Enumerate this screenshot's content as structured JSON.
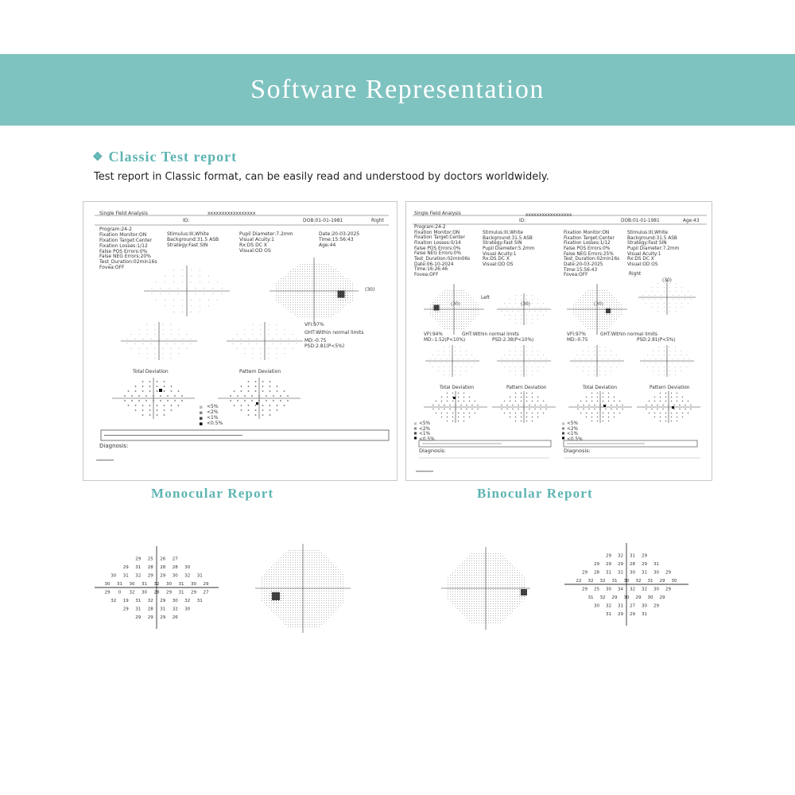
{
  "banner": {
    "title": "Software Representation"
  },
  "section": {
    "icon": "diamond-cluster-icon",
    "title": "Classic Test report",
    "description": "Test report in Classic format, can be easily read and understood by doctors worldwidely."
  },
  "monocular": {
    "caption": "Monocular Report",
    "header": {
      "name": "Single Field Analysis",
      "id_label": "ID:",
      "id_value": "xxxxxxxxxxxxxxxxx",
      "dob": "DOB:01-01-1981",
      "eye": "Right"
    },
    "params_col1": [
      "Program:24-2",
      "Fixation Monitor:ON",
      "Fixation Target:Center",
      "Fixation Losses:1/12",
      "False POS Errors:0%",
      "False NEG Errors:20%",
      "Test_Duration:02min16s",
      "Fovea:OFF"
    ],
    "params_col2": [
      "Stimulus:III,White",
      "Background:31.5 ASB",
      "Strategy:Fast SIN"
    ],
    "params_col3": [
      "Pupil Diameter:7.2mm",
      "Visual Acuity:1",
      "Rx:DS DC X",
      "Visual:OD     OS"
    ],
    "params_col4": [
      "Date:20-03-2025",
      "Time:15:56:43",
      "Age:44"
    ],
    "vf_label": "(30)",
    "indices": [
      "VFI:97%",
      "GHT:Within normal limits",
      "MD:-0.75",
      "PSD:2.81(P<5%)"
    ],
    "total_deviation": "Total Deviation",
    "pattern_deviation": "Pattern Deviation",
    "legend": [
      "<5%",
      "<2%",
      "<1%",
      "<0.5%"
    ],
    "diagnosis": "Diagnosis:"
  },
  "binocular": {
    "caption": "Binocular Report",
    "header": {
      "name": "Single Field Analysis",
      "id_label": "ID:",
      "id_value": "xxxxxxxxxxxxxxxxx",
      "dob": "DOB:01-01-1981",
      "age": "Age:43"
    },
    "left_params": [
      "Program:24-2",
      "Fixation Monitor:ON",
      "Fixation Target:Center",
      "Fixation Losses:0/14",
      "False POS Errors:0%",
      "False NEG Errors:0%",
      "Test_Duration:02min06s",
      "Date:06-10-2024",
      "Time:16:26:46",
      "Fovea:OFF"
    ],
    "left_params2": [
      "Stimulus:III,White",
      "Background:31.5 ASB",
      "Strategy:Fast SIN",
      "Pupil Diameter:5.2mm",
      "Visual Acuity:1",
      "Rx:DS DC X",
      "Visual:OD     OS"
    ],
    "right_params": [
      "Fixation Monitor:ON",
      "Fixation Target:Center",
      "Fixation Losses:1/12",
      "False POS Errors:0%",
      "False NEG Errors:25%",
      "Test_Duration:02min16s",
      "Date:20-03-2025",
      "Time:15:56:43",
      "Fovea:OFF"
    ],
    "right_params2": [
      "Stimulus:III,White",
      "Background:31.5 ASB",
      "Strategy:Fast SIN",
      "Pupil Diameter:7.2mm",
      "Visual Acuity:1",
      "Rx:DS DC X",
      "Visual:OD     OS"
    ],
    "left_label": "Left",
    "right_label": "Right",
    "vf_label": "(30)",
    "left_indices": [
      "VFI:94%",
      "GHT:Within normal limits",
      "MD:-1.52(P<10%)",
      "PSD:2.38(P<10%)"
    ],
    "right_indices": [
      "VFI:97%",
      "GHT:Within normal limits",
      "MD:-0.75",
      "PSD:2.81(P<5%)"
    ],
    "total_deviation": "Total Deviation",
    "pattern_deviation": "Pattern Deviation",
    "legend": [
      "<5%",
      "<2%",
      "<1%",
      "<0.5%"
    ],
    "diagnosis": "Diagnosis:"
  },
  "detail_left": {
    "rows": [
      [
        "29",
        "25",
        "26",
        "27"
      ],
      [
        "29",
        "31",
        "28",
        "28",
        "28",
        "30"
      ],
      [
        "30",
        "31",
        "32",
        "29",
        "29",
        "30",
        "32",
        "31"
      ],
      [
        "30",
        "31",
        "30",
        "31",
        "32",
        "30",
        "31",
        "30",
        "29"
      ],
      [
        "29",
        "0",
        "32",
        "30",
        "28",
        "29",
        "31",
        "29",
        "27"
      ],
      [
        "32",
        "19",
        "31",
        "32",
        "29",
        "30",
        "32",
        "31"
      ],
      [
        "29",
        "31",
        "28",
        "31",
        "32",
        "30"
      ],
      [
        "29",
        "29",
        "29",
        "26"
      ]
    ]
  },
  "detail_right": {
    "rows": [
      [
        "29",
        "32",
        "31",
        "29"
      ],
      [
        "29",
        "29",
        "29",
        "28",
        "29",
        "31"
      ],
      [
        "29",
        "28",
        "31",
        "31",
        "30",
        "31",
        "30",
        "29"
      ],
      [
        "22",
        "32",
        "32",
        "31",
        "30",
        "32",
        "31",
        "29",
        "30"
      ],
      [
        "29",
        "25",
        "30",
        "34",
        "32",
        "32",
        "30",
        "29"
      ],
      [
        "31",
        "32",
        "29",
        "30",
        "29",
        "30",
        "29"
      ],
      [
        "30",
        "32",
        "31",
        "27",
        "30",
        "29"
      ],
      [
        "31",
        "29",
        "29",
        "31"
      ]
    ]
  }
}
